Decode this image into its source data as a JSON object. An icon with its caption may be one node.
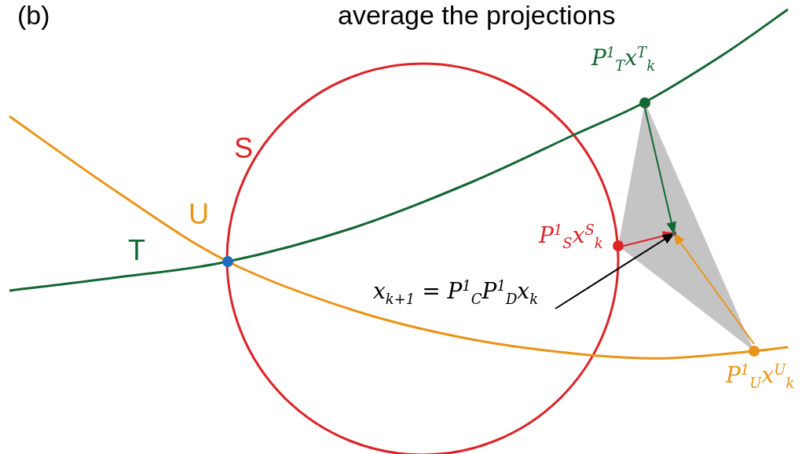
{
  "diagram": {
    "title": "average the projections",
    "nodes": [
      {
        "text": [
          "P$^{1}$$_{T}$x$^{T}$$_{k}$"
        ]
      },
      {
        "text": [
          "P$^{1}$$_{S}$x$^{S}$$_{k}$"
        ]
      },
      {
        "text": [
          "x$_{k+1}$ = P$^{1}$$_{C}$P$^{1}$$_{D}$x$_{k}$"
        ]
      },
      {
        "text": [
          "P$^{1}$$_{U}$x$^{U}$$_{k}$"
        ]
      },
      {
        "text": [],
        "shape": "point"
      }
    ],
    "edges": [
      {
        "from": 0,
        "to": 4,
        "arrow": "to",
        "color": "#146634"
      },
      {
        "from": 1,
        "to": 4,
        "arrow": "to",
        "color": "#dc2428"
      },
      {
        "from": 3,
        "to": 4,
        "arrow": "to",
        "color": "#eb9318"
      },
      {
        "from": 2,
        "to": 4,
        "arrow": "to",
        "color": "#000000"
      }
    ],
    "labels": [
      "(b)",
      "S",
      "U",
      "T"
    ]
  }
}
